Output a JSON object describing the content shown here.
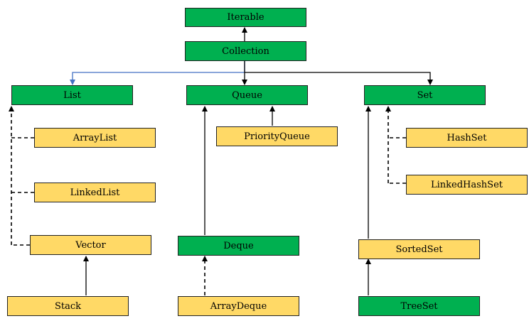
{
  "nodes": {
    "iterable": "Iterable",
    "collection": "Collection",
    "list": "List",
    "queue": "Queue",
    "set": "Set",
    "arraylist": "ArrayList",
    "linkedlist": "LinkedList",
    "vector": "Vector",
    "stack": "Stack",
    "priorityqueue": "PriorityQueue",
    "deque": "Deque",
    "arraydeque": "ArrayDeque",
    "hashset": "HashSet",
    "linkedhashset": "LinkedHashSet",
    "sortedset": "SortedSet",
    "treeset": "TreeSet"
  },
  "colors": {
    "interface": "#00b050",
    "class": "#ffd966",
    "edge": "#000000",
    "edge_blue": "#4472c4"
  }
}
